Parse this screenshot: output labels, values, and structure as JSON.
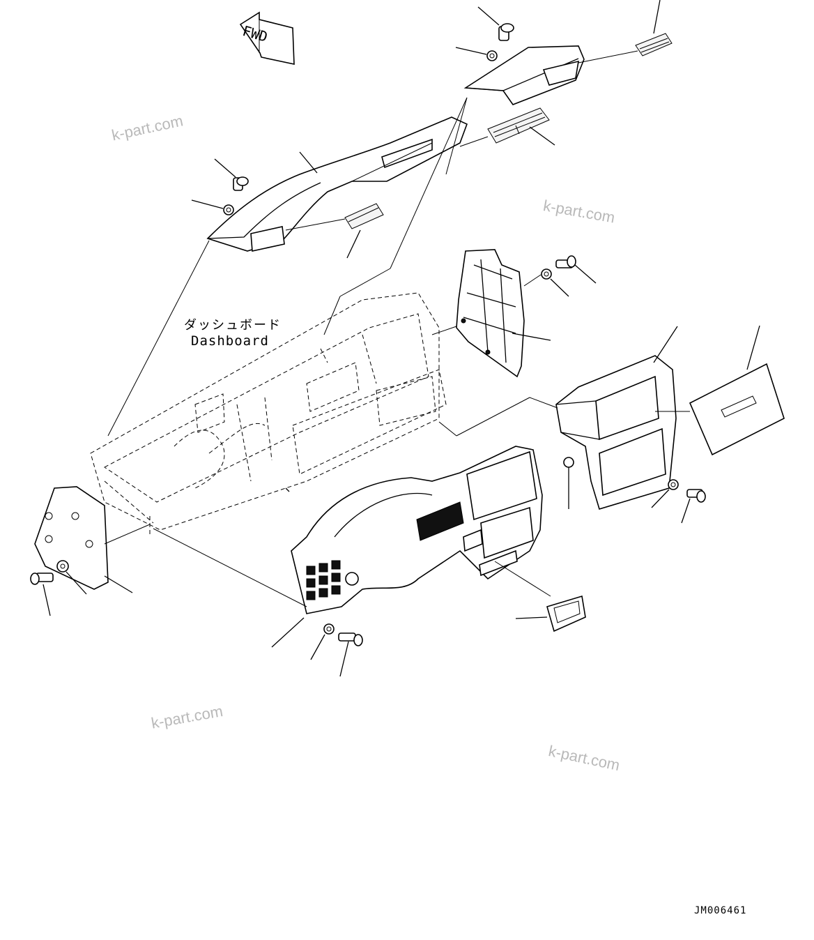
{
  "diagram": {
    "fwd_arrow_label": "FWD",
    "dashboard_label_jp": "ダッシュボード",
    "dashboard_label_en": "Dashboard",
    "drawing_id": "JM006461",
    "watermarks": [
      "k-part.com",
      "k-part.com",
      "k-part.com",
      "k-part.com"
    ]
  }
}
